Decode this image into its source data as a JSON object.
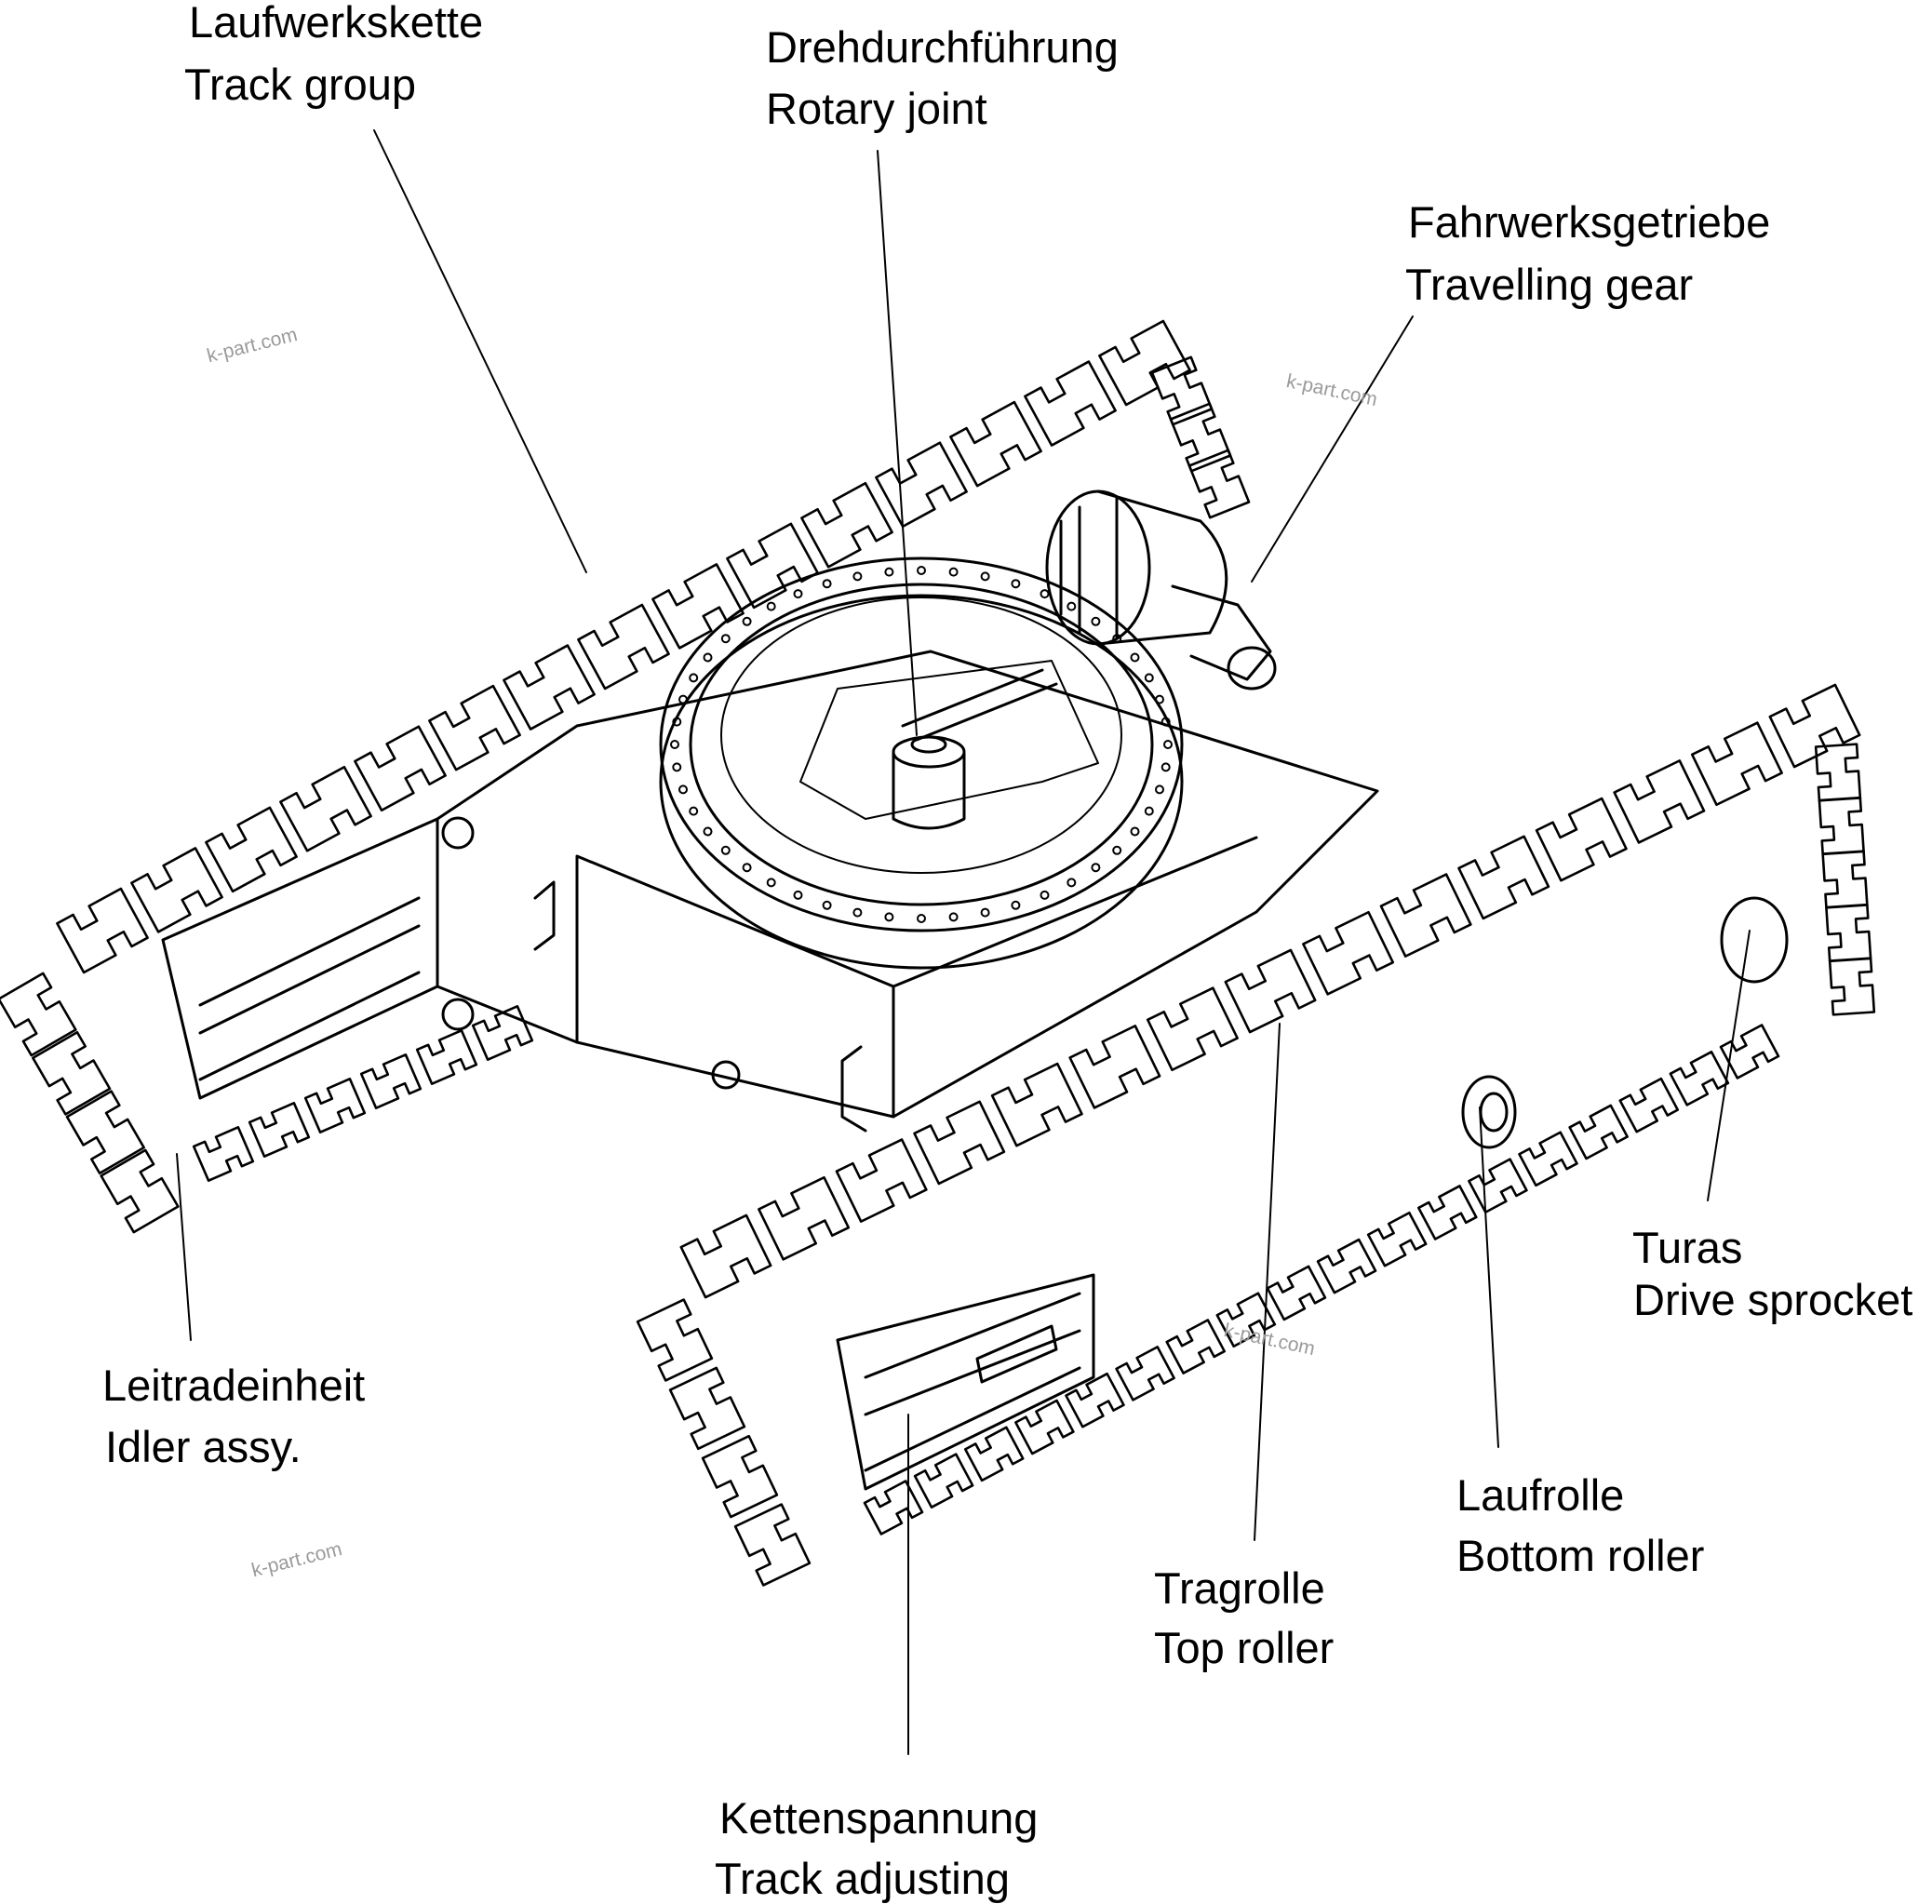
{
  "labels": {
    "track_group": {
      "de": "Laufwerkskette",
      "en": "Track group"
    },
    "rotary_joint": {
      "de": "Drehdurchführung",
      "en": "Rotary joint"
    },
    "travelling_gear": {
      "de": "Fahrwerksgetriebe",
      "en": "Travelling gear"
    },
    "drive_sprocket": {
      "de": "Turas",
      "en": "Drive sprocket"
    },
    "idler": {
      "de": "Leitradeinheit",
      "en": "Idler assy."
    },
    "bottom_roller": {
      "de": "Laufrolle",
      "en": "Bottom roller"
    },
    "top_roller": {
      "de": "Tragrolle",
      "en": "Top roller"
    },
    "track_adjusting": {
      "de": "Kettenspannung",
      "en": "Track adjusting"
    }
  },
  "watermark": "k-part.com"
}
